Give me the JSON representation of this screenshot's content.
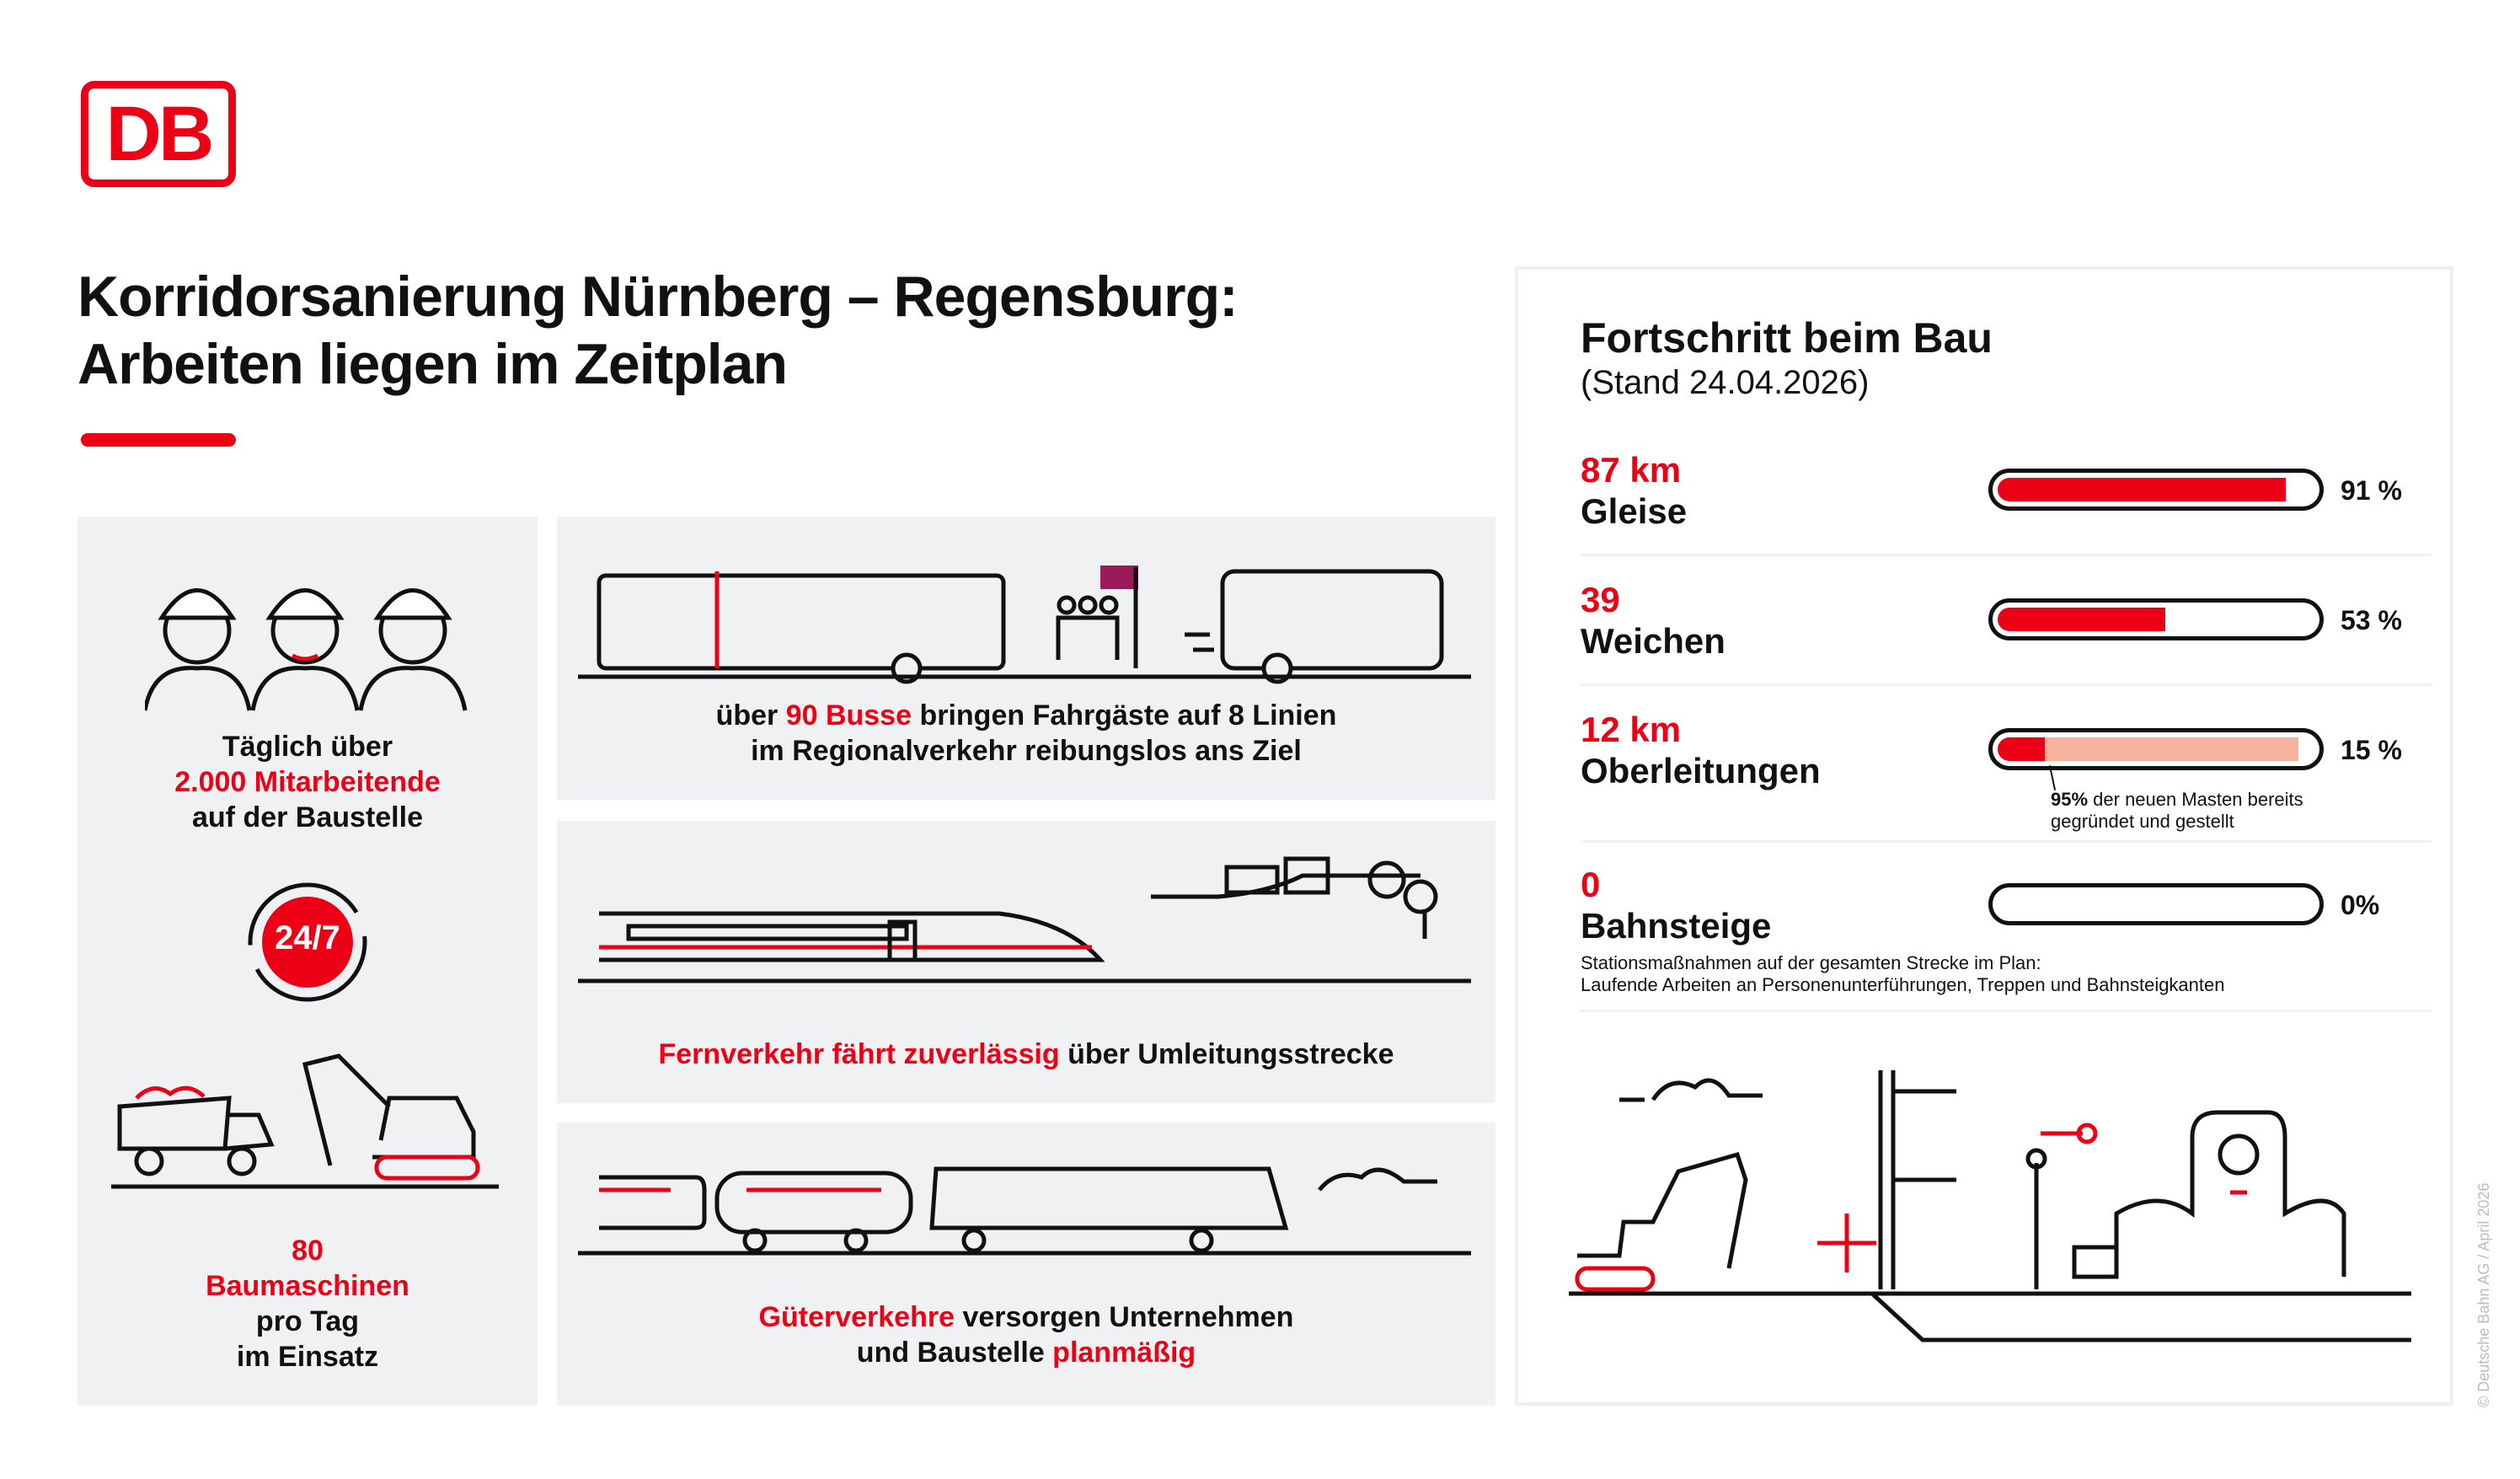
{
  "brand": {
    "logo_text": "DB",
    "accent": "#ec0016"
  },
  "title": {
    "line1": "Korridorsanierung Nürnberg – Regensburg:",
    "line2": "Arbeiten liegen im Zeitplan"
  },
  "left_panel": {
    "workers": {
      "line1": "Täglich über",
      "line2_red": "2.000 Mitarbeitende",
      "line3": "auf der Baustelle"
    },
    "badge": "24/7",
    "machines": {
      "line1_red": "80",
      "line2_red": "Baumaschinen",
      "line3": "pro Tag",
      "line4": "im Einsatz"
    }
  },
  "bus_panel": {
    "pre": "über ",
    "red": "90 Busse",
    "post": " bringen Fahrgäste auf 8 Linien",
    "line2": "im Regionalverkehr reibungslos ans Ziel"
  },
  "ice_panel": {
    "red": "Fernverkehr fährt zuverlässig",
    "post": " über Umleitungsstrecke"
  },
  "freight_panel": {
    "red1": "Güterverkehre",
    "post1": " versorgen Unternehmen",
    "pre2": "und Baustelle ",
    "red2": "planmäßig"
  },
  "progress": {
    "title": "Fortschritt beim Bau",
    "subtitle": "(Stand 24.04.2026)",
    "rows": [
      {
        "value": "87 km",
        "label": "Gleise",
        "percent": 91,
        "percent_label": "91 %"
      },
      {
        "value": "39",
        "label": "Weichen",
        "percent": 53,
        "percent_label": "53 %"
      },
      {
        "value": "12 km",
        "label": "Oberleitungen",
        "percent": 15,
        "percent_label": "15 %",
        "secondary_percent": 95,
        "note_bold": "95%",
        "note": " der neuen Masten bereits",
        "note2": "gegründet und gestellt"
      },
      {
        "value": "0",
        "label": "Bahnsteige",
        "percent": 0,
        "percent_label": "0%",
        "note1": "Stationsmaßnahmen auf der gesamten Strecke im Plan:",
        "note2": "Laufende Arbeiten an Personenunterführungen, Treppen und Bahnsteigkanten"
      }
    ]
  },
  "copyright": "© Deutsche Bahn AG / April 2026"
}
